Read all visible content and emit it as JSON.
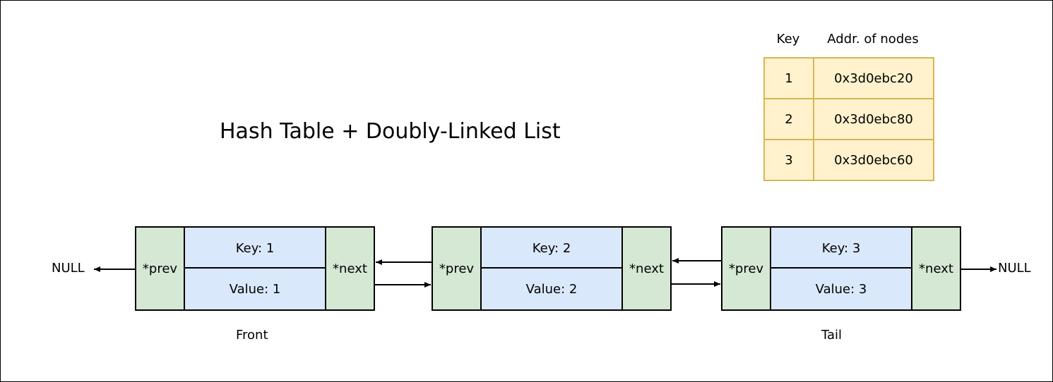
{
  "title": "Hash Table + Doubly-Linked List",
  "hash_table": {
    "headers": {
      "key": "Key",
      "addr": "Addr. of nodes"
    },
    "rows": [
      {
        "key": "1",
        "addr": "0x3d0ebc20"
      },
      {
        "key": "2",
        "addr": "0x3d0ebc80"
      },
      {
        "key": "3",
        "addr": "0x3d0ebc60"
      }
    ]
  },
  "nodes": [
    {
      "prev": "*prev",
      "key": "Key: 1",
      "value": "Value: 1",
      "next": "*next"
    },
    {
      "prev": "*prev",
      "key": "Key: 2",
      "value": "Value: 2",
      "next": "*next"
    },
    {
      "prev": "*prev",
      "key": "Key: 3",
      "value": "Value: 3",
      "next": "*next"
    }
  ],
  "labels": {
    "null_left": "NULL",
    "null_right": "NULL",
    "front": "Front",
    "tail": "Tail"
  },
  "colors": {
    "pointer_fill": "#d5e8d4",
    "data_fill": "#dae8fc",
    "table_fill": "#fff2cc",
    "table_border": "#d6b656"
  }
}
